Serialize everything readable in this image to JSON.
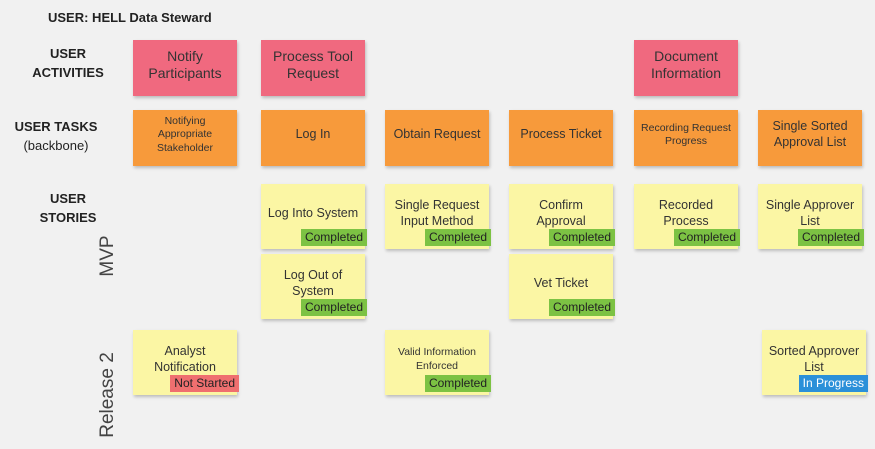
{
  "header": {
    "user": "USER: HELL Data Steward"
  },
  "row_labels": {
    "activities": [
      "USER",
      "ACTIVITIES"
    ],
    "tasks": [
      "USER TASKS",
      "(backbone)"
    ],
    "stories": [
      "USER",
      "STORIES"
    ],
    "mvp": "MVP",
    "release2": "Release 2"
  },
  "activities": [
    "Notify Participants",
    "Process Tool Request",
    "Document Information"
  ],
  "tasks": [
    "Notifying Appropriate Stakeholder",
    "Log In",
    "Obtain Request",
    "Process Ticket",
    "Recording Request Progress",
    "Single Sorted Approval List"
  ],
  "stories": [
    {
      "label": "Log Into System",
      "status": "Completed"
    },
    {
      "label": "Log Out of System",
      "status": "Completed"
    },
    {
      "label": "Single Request Input Method",
      "status": "Completed"
    },
    {
      "label": "Confirm Approval",
      "status": "Completed"
    },
    {
      "label": "Vet Ticket",
      "status": "Completed"
    },
    {
      "label": "Recorded Process",
      "status": "Completed"
    },
    {
      "label": "Single Approver List",
      "status": "Completed"
    },
    {
      "label": "Analyst Notification",
      "status": "Not Started"
    },
    {
      "label": "Valid Information Enforced",
      "status": "Completed"
    },
    {
      "label": "Sorted Approver List",
      "status": "In Progress"
    }
  ],
  "colors": {
    "activity": "#f0697f",
    "task": "#f79a3b",
    "story": "#fbf6a4",
    "completed": "#7cc243",
    "not_started": "#ef6f6f",
    "in_progress": "#2b90d9"
  }
}
